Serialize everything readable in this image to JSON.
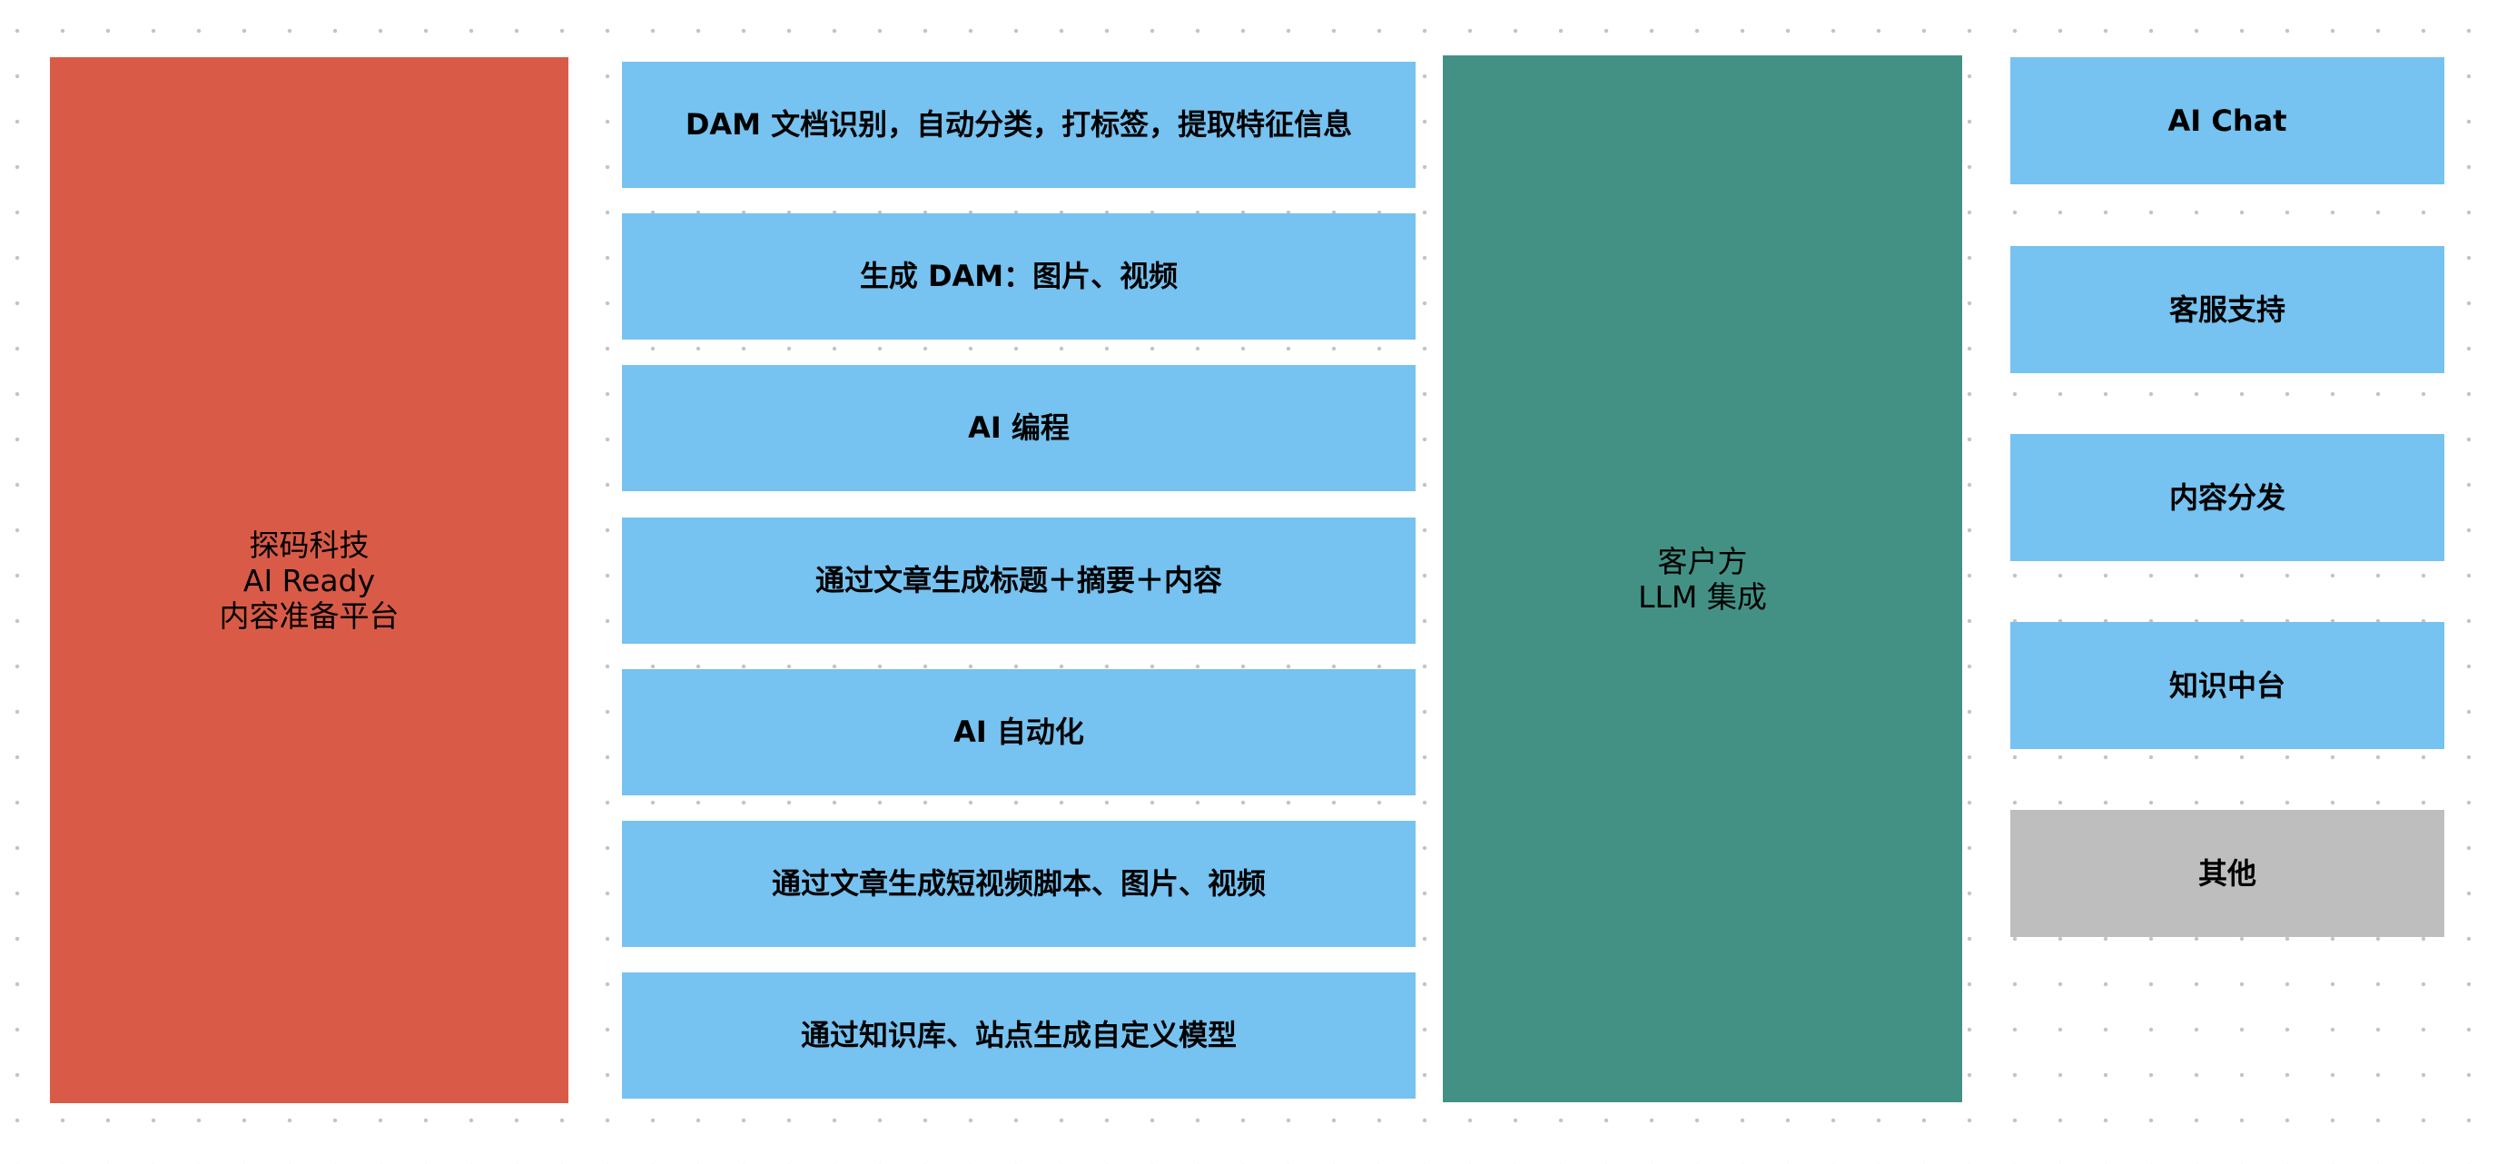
{
  "colors": {
    "platform": "#d95b47",
    "capability": "#76c2f0",
    "client": "#439185",
    "usecase": "#76c2f0",
    "other": "#bebebe",
    "dots": "#c4c4c4"
  },
  "platform": {
    "label": "探码科技\nAI Ready\n内容准备平台"
  },
  "capabilities": [
    {
      "label": "DAM 文档识别，自动分类，打标签，提取特征信息"
    },
    {
      "label": "生成 DAM：图片、视频"
    },
    {
      "label": "AI 编程"
    },
    {
      "label": "通过文章生成标题＋摘要＋内容"
    },
    {
      "label": "AI 自动化"
    },
    {
      "label": "通过文章生成短视频脚本、图片、视频"
    },
    {
      "label": "通过知识库、站点生成自定义模型"
    }
  ],
  "client": {
    "label": "客户方\nLLM 集成"
  },
  "use_cases": [
    {
      "label": "AI Chat"
    },
    {
      "label": "客服支持"
    },
    {
      "label": "内容分发"
    },
    {
      "label": "知识中台"
    },
    {
      "label": "其他"
    }
  ]
}
